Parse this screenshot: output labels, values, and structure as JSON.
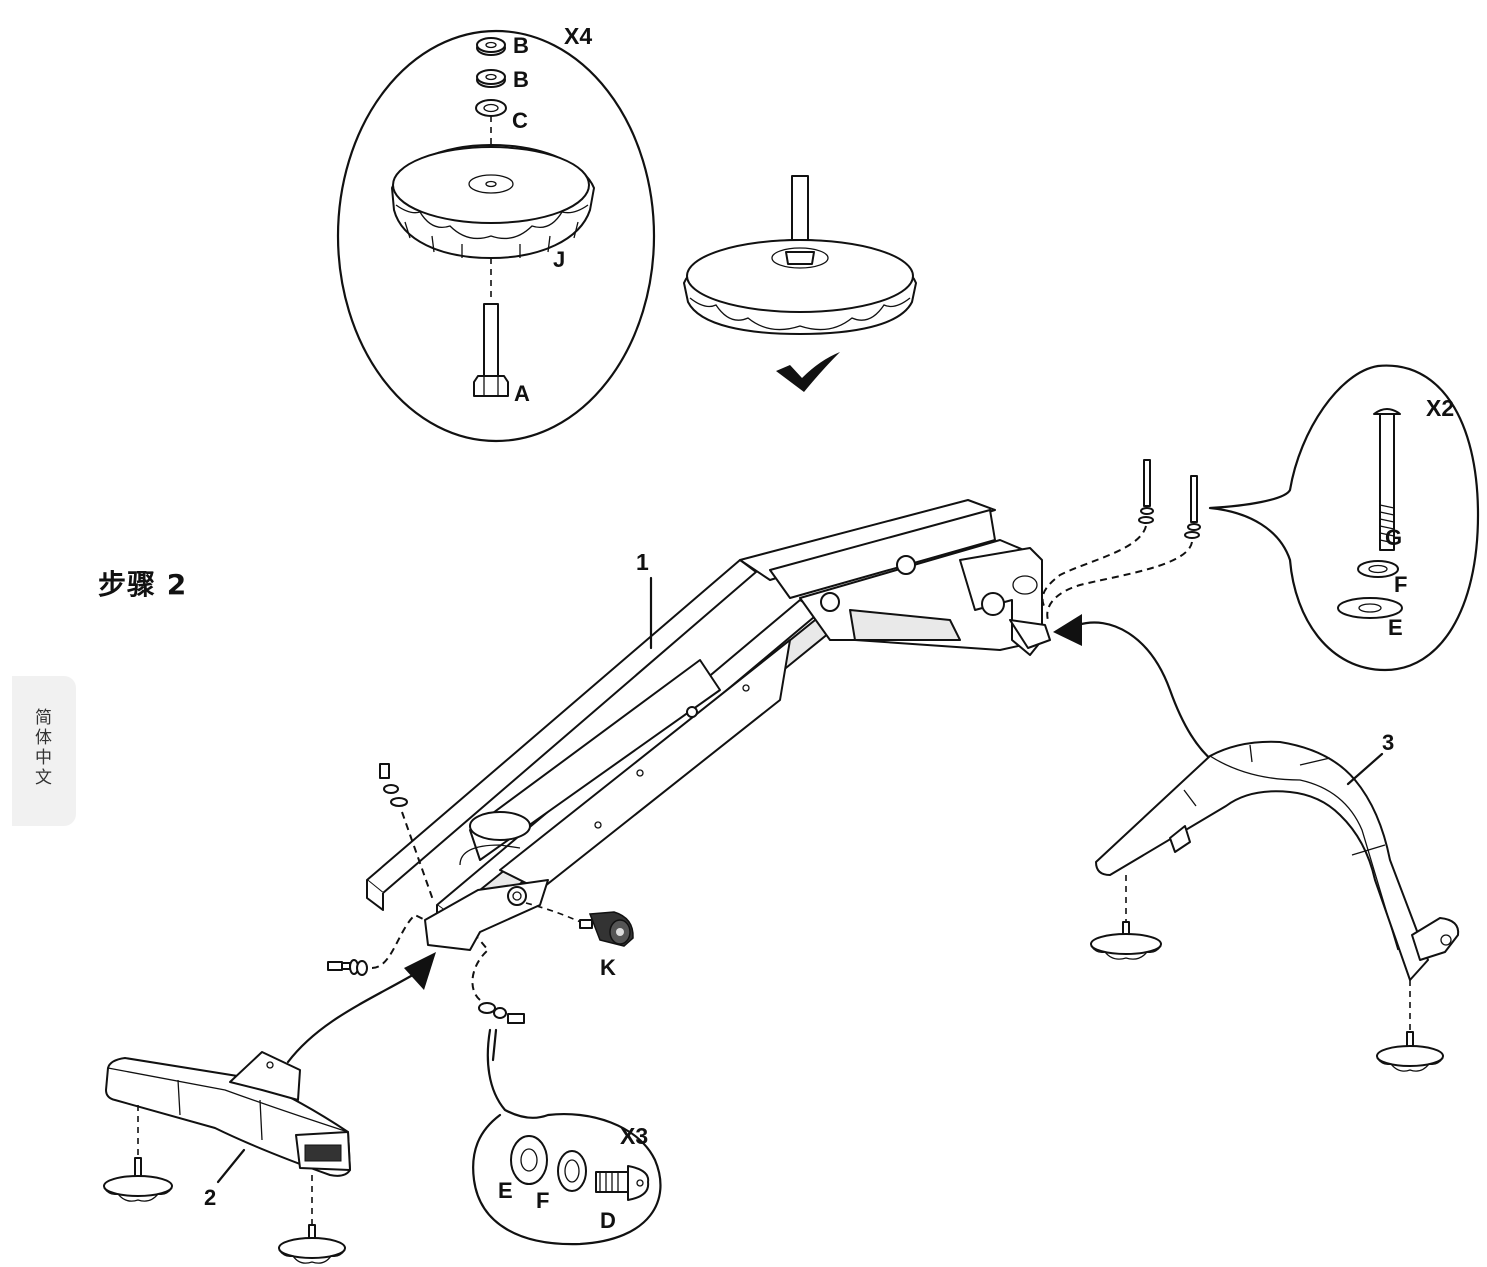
{
  "step_title": "步骤 2",
  "language_tab": "简体中文",
  "parts": {
    "frame": "1",
    "front_leg": "2",
    "rear_leg": "3",
    "knob": "K"
  },
  "callout_feet": {
    "quantity": "X4",
    "labels": [
      "B",
      "B",
      "C",
      "J",
      "A"
    ]
  },
  "callout_rear_bolts": {
    "quantity": "X2",
    "labels": [
      "G",
      "F",
      "E"
    ]
  },
  "callout_front_bolts": {
    "quantity": "X3",
    "labels": [
      "E",
      "F",
      "D"
    ]
  },
  "icons": [
    "checkmark-icon",
    "arrow-icon"
  ]
}
